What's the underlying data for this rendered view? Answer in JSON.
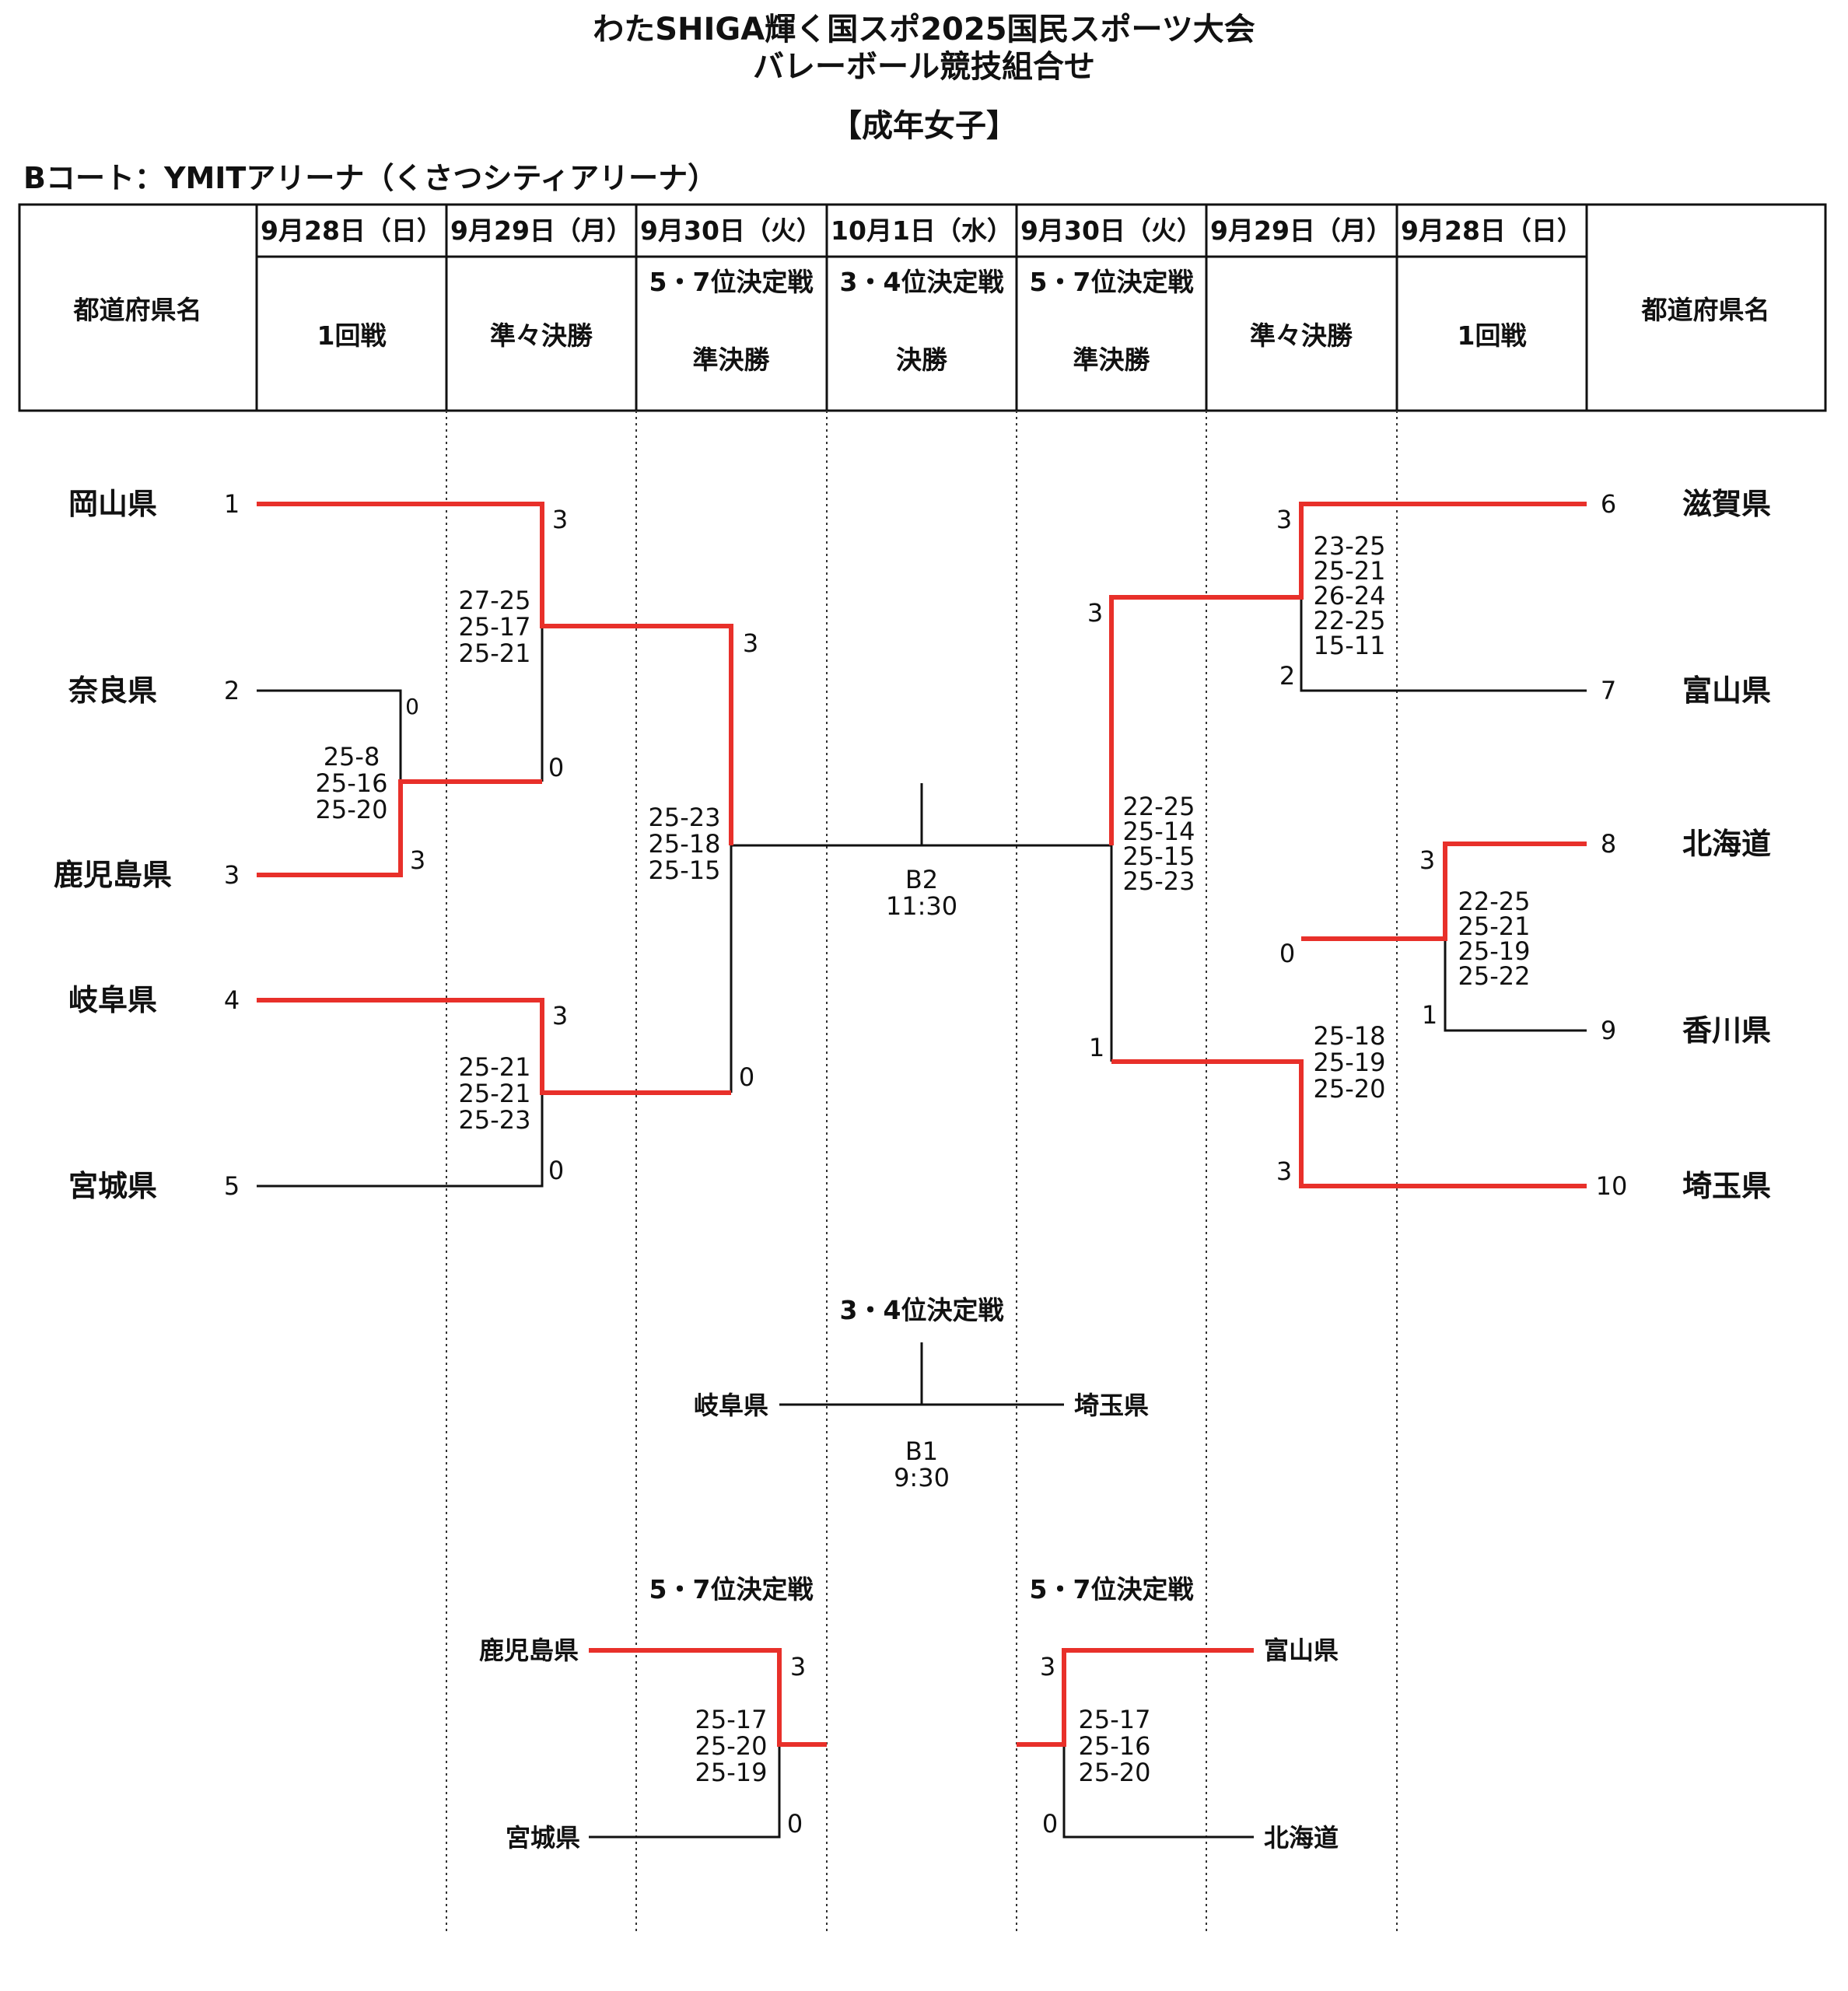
{
  "title": {
    "line1": "わたSHIGA輝く国スポ2025国民スポーツ大会",
    "line2": "バレーボール競技組合せ",
    "category": "【成年女子】"
  },
  "court_label": "Bコート：YMITアリーナ（くさつシティアリーナ）",
  "header": {
    "prefecture_label": "都道府県名",
    "columns": [
      {
        "date": "9月28日（日）",
        "round": "1回戦",
        "sub": ""
      },
      {
        "date": "9月29日（月）",
        "round": "準々決勝",
        "sub": ""
      },
      {
        "date": "9月30日（火）",
        "round": "準決勝",
        "sub": "5・7位決定戦"
      },
      {
        "date": "10月1日（水）",
        "round": "決勝",
        "sub": "3・4位決定戦"
      },
      {
        "date": "9月30日（火）",
        "round": "準決勝",
        "sub": "5・7位決定戦"
      },
      {
        "date": "9月29日（月）",
        "round": "準々決勝",
        "sub": ""
      },
      {
        "date": "9月28日（日）",
        "round": "1回戦",
        "sub": ""
      }
    ]
  },
  "teams_left": [
    {
      "seed": "1",
      "name": "岡山県"
    },
    {
      "seed": "2",
      "name": "奈良県"
    },
    {
      "seed": "3",
      "name": "鹿児島県"
    },
    {
      "seed": "4",
      "name": "岐阜県"
    },
    {
      "seed": "5",
      "name": "宮城県"
    }
  ],
  "teams_right": [
    {
      "seed": "6",
      "name": "滋賀県"
    },
    {
      "seed": "7",
      "name": "富山県"
    },
    {
      "seed": "8",
      "name": "北海道"
    },
    {
      "seed": "9",
      "name": "香川県"
    },
    {
      "seed": "10",
      "name": "埼玉県"
    }
  ],
  "matches": {
    "l_r1": {
      "top": "0",
      "bottom": "3",
      "sets": [
        "25-8",
        "25-16",
        "25-20"
      ]
    },
    "l_qf1": {
      "top": "3",
      "bottom": "0",
      "sets": [
        "27-25",
        "25-17",
        "25-21"
      ]
    },
    "l_qf2": {
      "top": "3",
      "bottom": "0",
      "sets": [
        "25-21",
        "25-21",
        "25-23"
      ]
    },
    "l_sf": {
      "top": "3",
      "bottom": "0",
      "sets": [
        "25-23",
        "25-18",
        "25-15"
      ]
    },
    "r_qf1": {
      "top": "3",
      "bottom": "2",
      "sets": [
        "23-25",
        "25-21",
        "26-24",
        "22-25",
        "15-11"
      ]
    },
    "r_r1": {
      "top": "3",
      "bottom": "1",
      "sets": [
        "22-25",
        "25-21",
        "25-19",
        "25-22"
      ]
    },
    "r_qf2": {
      "top": "0",
      "bottom": "3",
      "sets": [
        "25-18",
        "25-19",
        "25-20"
      ]
    },
    "r_sf": {
      "top": "3",
      "bottom": "1",
      "sets": [
        "22-25",
        "25-14",
        "25-15",
        "25-23"
      ]
    }
  },
  "final": {
    "code": "B2",
    "time": "11:30"
  },
  "third_place": {
    "label": "3・4位決定戦",
    "left": "岐阜県",
    "right": "埼玉県",
    "code": "B1",
    "time": "9:30"
  },
  "fifth_left": {
    "label": "5・7位決定戦",
    "top_team": "鹿児島県",
    "bottom_team": "宮城県",
    "top": "3",
    "bottom": "0",
    "sets": [
      "25-17",
      "25-20",
      "25-19"
    ]
  },
  "fifth_right": {
    "label": "5・7位決定戦",
    "top_team": "富山県",
    "bottom_team": "北海道",
    "top": "3",
    "bottom": "0",
    "sets": [
      "25-17",
      "25-16",
      "25-20"
    ]
  },
  "colors": {
    "winner_line": "#e8302a",
    "line": "#111111"
  }
}
